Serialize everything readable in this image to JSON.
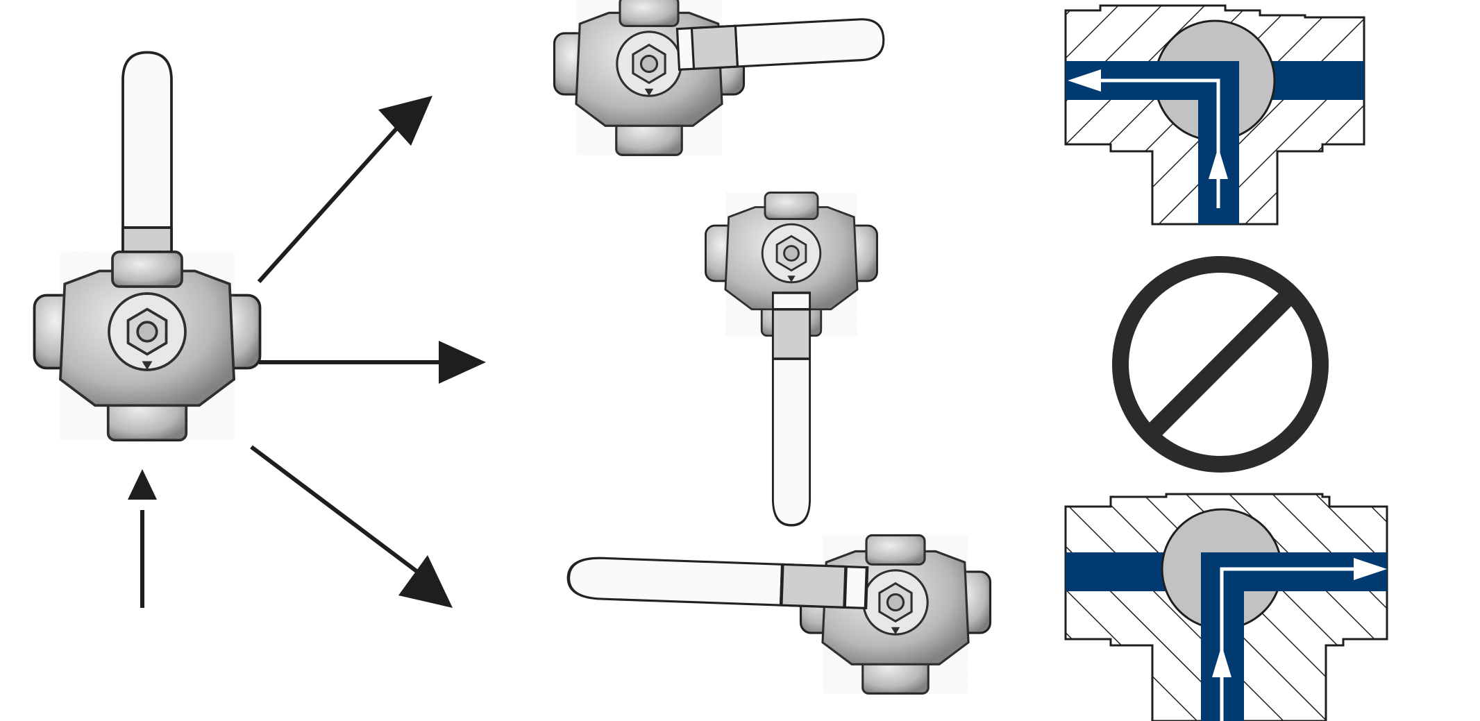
{
  "colors": {
    "background": "#ffffff",
    "line": "#1e1e1e",
    "flow": "#003a70",
    "ball": "#c2c2c2",
    "no_entry": "#2b2b2b"
  },
  "items": [
    {
      "id": "valve-main",
      "icon": "three-way-ball-valve-handle-up"
    },
    {
      "id": "valve-left-outlet",
      "icon": "three-way-ball-valve-handle-right"
    },
    {
      "id": "valve-closed",
      "icon": "three-way-ball-valve-handle-down"
    },
    {
      "id": "valve-right-outlet",
      "icon": "three-way-ball-valve-handle-left"
    },
    {
      "id": "section-left",
      "icon": "flow-section-bottom-to-left"
    },
    {
      "id": "no-flow",
      "icon": "prohibited-sign"
    },
    {
      "id": "section-right",
      "icon": "flow-section-bottom-to-right"
    },
    {
      "id": "arrow-inlet",
      "icon": "arrow-up"
    },
    {
      "id": "arrow-upper",
      "icon": "arrow-up-right"
    },
    {
      "id": "arrow-middle",
      "icon": "arrow-right"
    },
    {
      "id": "arrow-lower",
      "icon": "arrow-down-right"
    }
  ]
}
